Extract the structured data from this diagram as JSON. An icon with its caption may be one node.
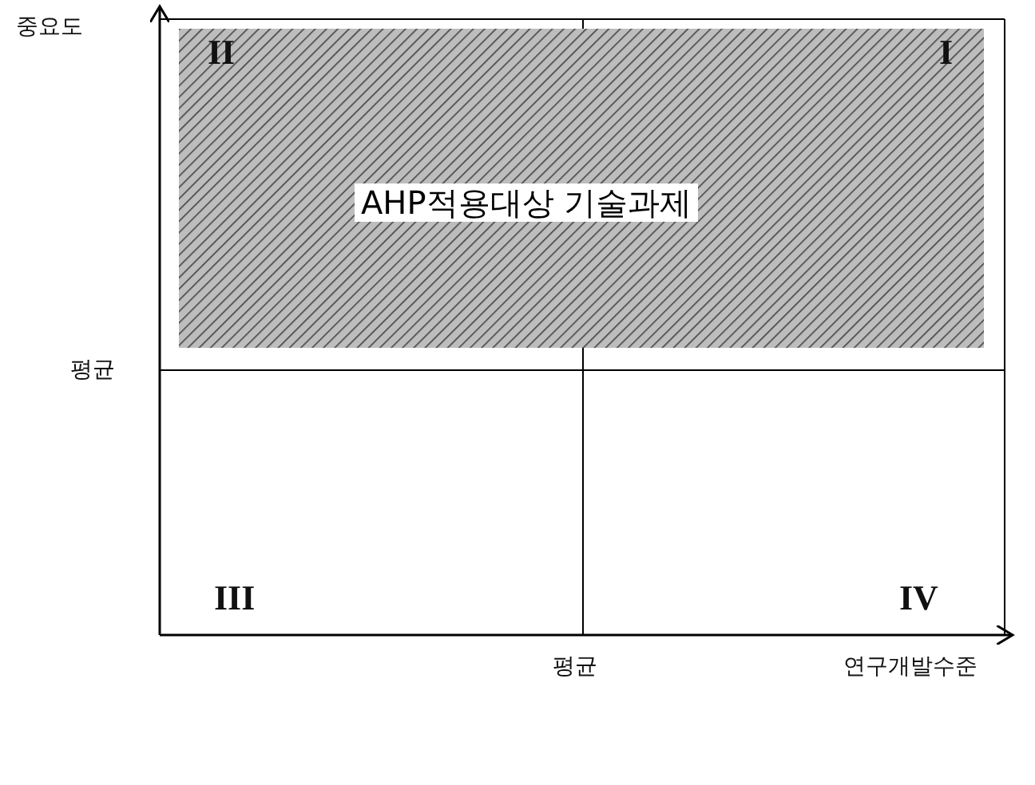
{
  "diagram": {
    "nodes": [
      {
        "text": [
          "AHP적용대상 기술과제"
        ]
      }
    ],
    "labels": [
      "중요도",
      "II",
      "I",
      "평균",
      "III",
      "IV",
      "평균",
      "연구개발수준"
    ]
  }
}
